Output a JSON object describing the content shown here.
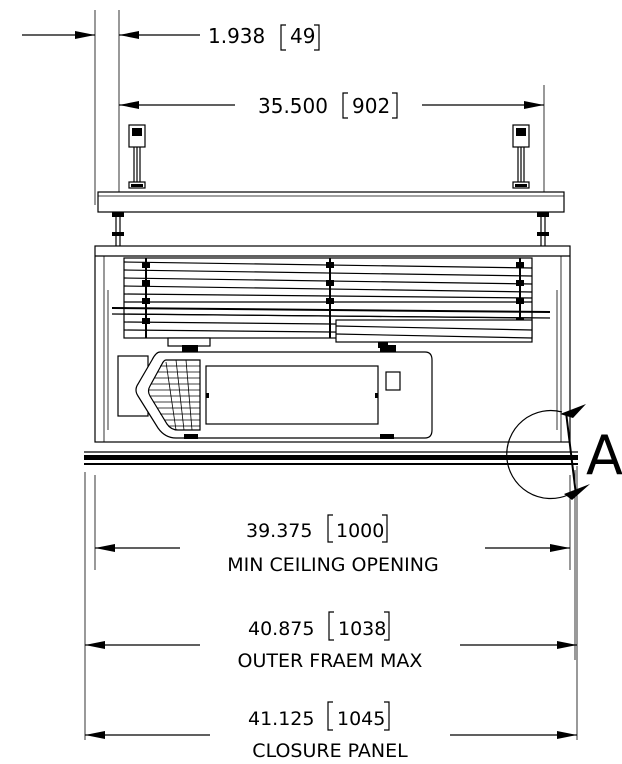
{
  "dimensions": {
    "d1": {
      "inch": "1.938",
      "mm": "49"
    },
    "d2": {
      "inch": "35.500",
      "mm": "902"
    },
    "d3": {
      "inch": "39.375",
      "mm": "1000",
      "label": "MIN CEILING OPENING"
    },
    "d4": {
      "inch": "40.875",
      "mm": "1038",
      "label": "OUTER FRAEM MAX"
    },
    "d5": {
      "inch": "41.125",
      "mm": "1045",
      "label": "CLOSURE PANEL"
    }
  },
  "section_marker": {
    "letter": "A"
  },
  "colors": {
    "ink": "#000000",
    "paper": "#ffffff"
  }
}
